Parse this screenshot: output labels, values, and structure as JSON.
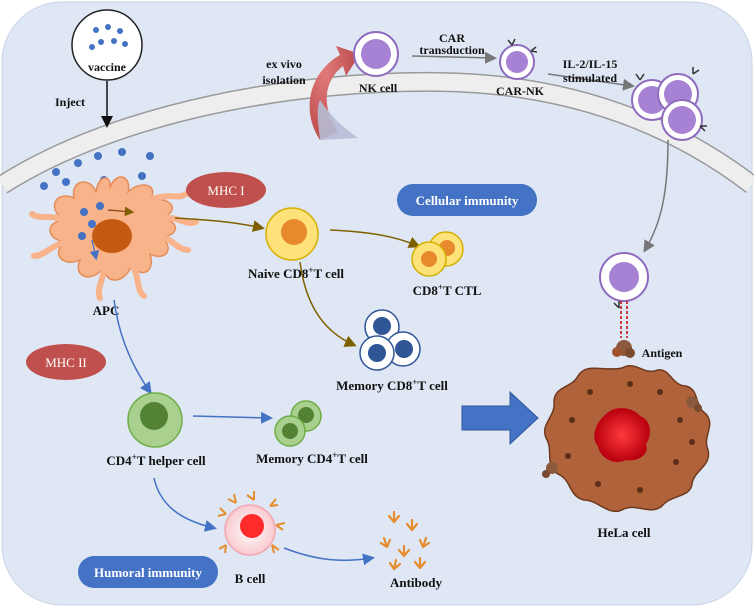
{
  "labels": {
    "vaccine": "vaccine",
    "inject": "Inject",
    "ex_vivo_1": "ex vivo",
    "ex_vivo_2": "isolation",
    "nk_cell": "NK cell",
    "car_1": "CAR",
    "car_2": "transduction",
    "car_nk": "CAR-NK",
    "il_1": "IL-2/IL-15",
    "il_2": "stimulated",
    "apc": "APC",
    "mhc1": "MHC I",
    "mhc2": "MHC II",
    "cellular_immunity": "Cellular immunity",
    "naive_cd8_a": "Naive CD8",
    "naive_cd8_sup": "+",
    "naive_cd8_b": "T cell",
    "cd8_ctl_a": "CD8",
    "cd8_ctl_sup": "+",
    "cd8_ctl_b": "T CTL",
    "memory_cd8_a": "Memory CD8",
    "memory_cd8_sup": "+",
    "memory_cd8_b": "T cell",
    "cd4_helper_a": "CD4",
    "cd4_helper_sup": "+",
    "cd4_helper_b": "T helper cell",
    "memory_cd4_a": "Memory CD4",
    "memory_cd4_sup": "+",
    "memory_cd4_b": "T cell",
    "b_cell": "B cell",
    "humoral_immunity": "Humoral immunity",
    "antibody": "Antibody",
    "antigen": "Antigen",
    "hela_cell": "HeLa cell"
  },
  "colors": {
    "background": "#dfe7f5",
    "membrane": "#eeeeee",
    "pill_blue": "#4472c4",
    "mhc_red": "#c0504d",
    "apc_orange": "#f8b38a",
    "naive_yellow": "#fde27a",
    "cd8_nucleus": "#e8892e",
    "memory_blue": "#2f5597",
    "cd4_green": "#a9d08e",
    "cd4_nucleus": "#548235",
    "nk_purple": "#b394d6",
    "hela_brown": "#a0522d",
    "hela_red": "#e0001b"
  }
}
